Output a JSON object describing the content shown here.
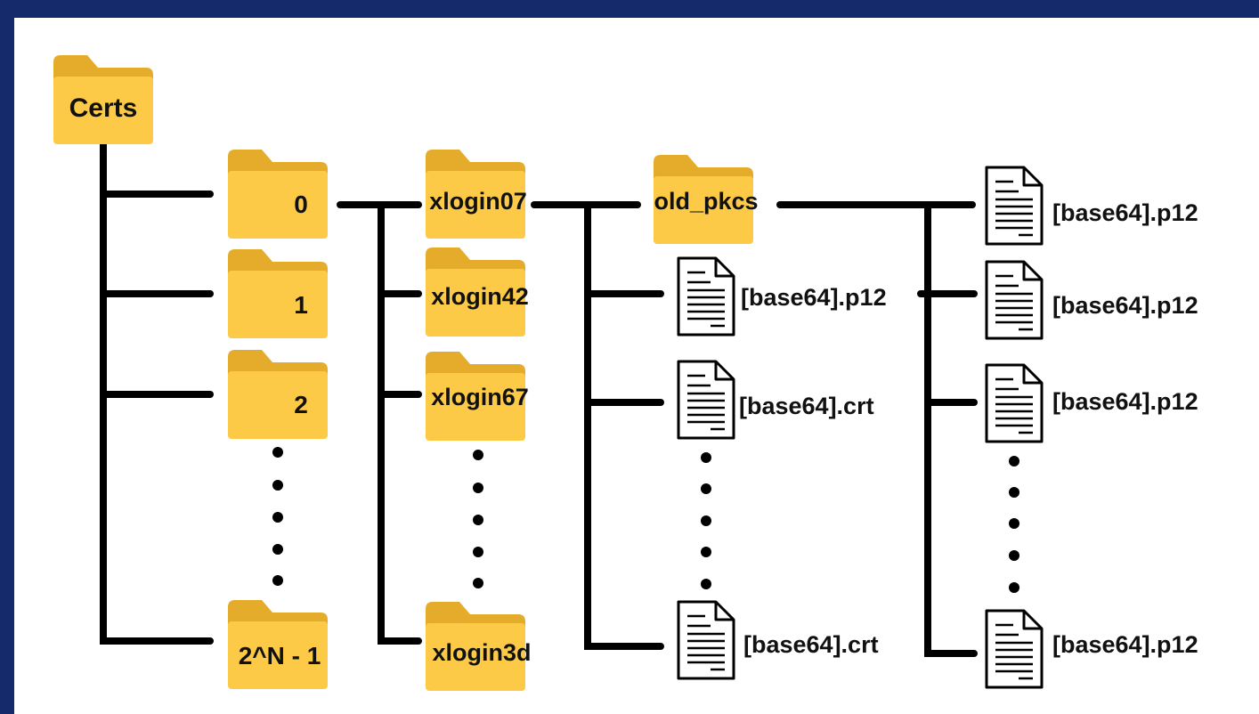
{
  "diagram": {
    "colors": {
      "frame": "#152a6b",
      "background": "#ffffff",
      "folder_front": "#fcca46",
      "folder_back": "#e5ab2a",
      "line": "#000000",
      "file_outline": "#000000"
    },
    "root": {
      "label": "Certs",
      "icon": "folder-icon"
    },
    "level1": {
      "items": [
        {
          "label": "0",
          "icon": "folder-icon"
        },
        {
          "label": "1",
          "icon": "folder-icon"
        },
        {
          "label": "2",
          "icon": "folder-icon"
        },
        {
          "label": "2^N - 1",
          "icon": "folder-icon"
        }
      ],
      "ellipsis": true
    },
    "level2": {
      "items": [
        {
          "label": "xlogin07",
          "icon": "folder-icon"
        },
        {
          "label": "xlogin42",
          "icon": "folder-icon"
        },
        {
          "label": "xlogin67",
          "icon": "folder-icon"
        },
        {
          "label": "xlogin3d",
          "icon": "folder-icon"
        }
      ],
      "ellipsis": true
    },
    "level3": {
      "folder": {
        "label": "old_pkcs",
        "icon": "folder-icon"
      },
      "files": [
        {
          "label": "[base64].p12",
          "icon": "document-icon"
        },
        {
          "label": "[base64].crt",
          "icon": "document-icon"
        },
        {
          "label": "[base64].crt",
          "icon": "document-icon"
        }
      ],
      "ellipsis": true
    },
    "level4": {
      "files": [
        {
          "label": "[base64].p12",
          "icon": "document-icon"
        },
        {
          "label": "[base64].p12",
          "icon": "document-icon"
        },
        {
          "label": "[base64].p12",
          "icon": "document-icon"
        },
        {
          "label": "[base64].p12",
          "icon": "document-icon"
        }
      ],
      "ellipsis": true
    }
  }
}
